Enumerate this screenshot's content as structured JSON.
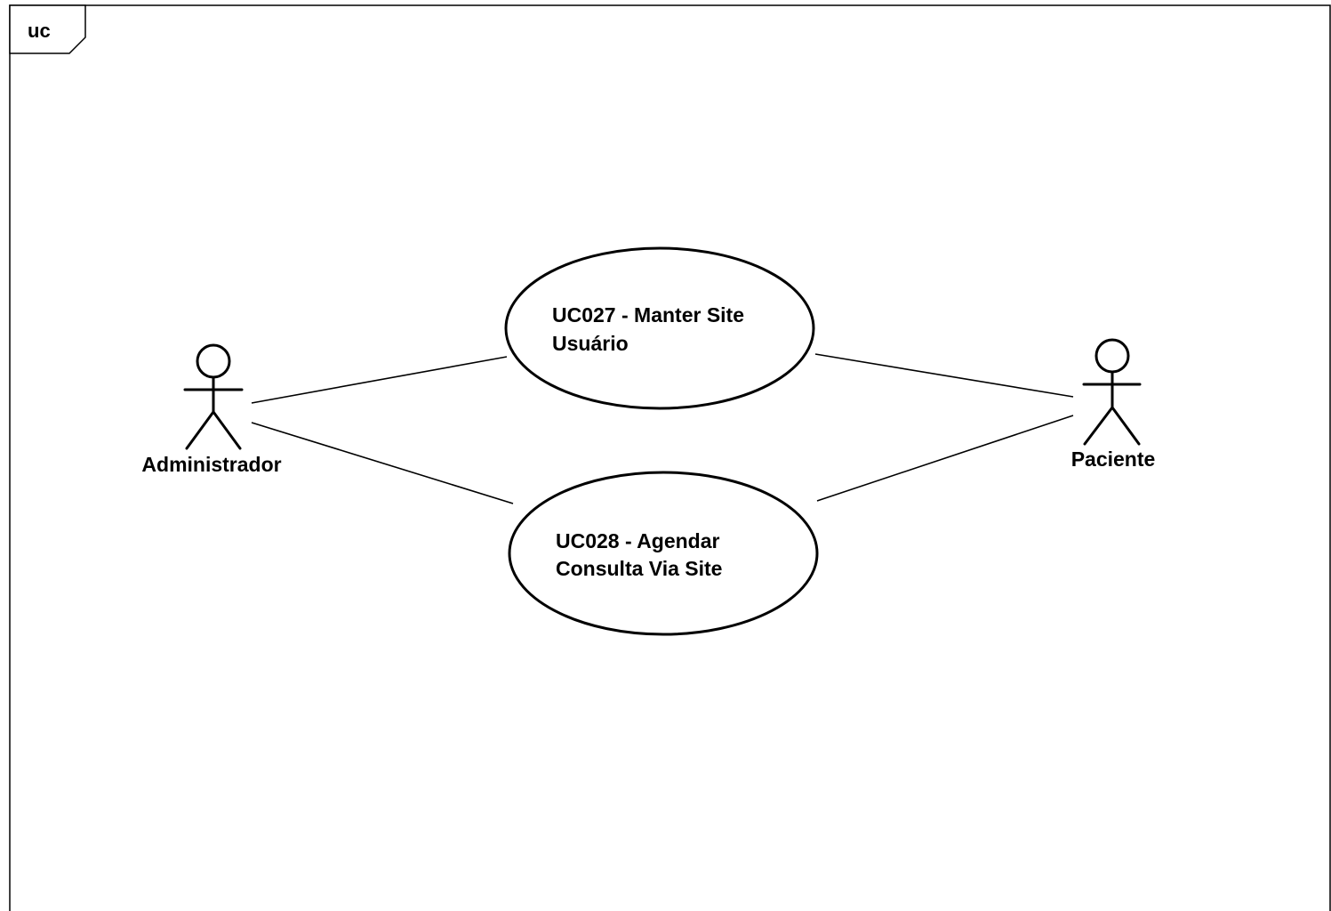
{
  "frame": {
    "label": "uc"
  },
  "actors": [
    {
      "id": "administrador",
      "name": "Administrador"
    },
    {
      "id": "paciente",
      "name": "Paciente"
    }
  ],
  "use_cases": [
    {
      "id": "uc027",
      "lines": [
        "UC027 - Manter Site",
        "Usuário"
      ]
    },
    {
      "id": "uc028",
      "lines": [
        "UC028 - Agendar",
        "Consulta Via Site"
      ]
    }
  ],
  "associations": [
    {
      "from": "administrador",
      "to": "uc027"
    },
    {
      "from": "administrador",
      "to": "uc028"
    },
    {
      "from": "paciente",
      "to": "uc027"
    },
    {
      "from": "paciente",
      "to": "uc028"
    }
  ]
}
